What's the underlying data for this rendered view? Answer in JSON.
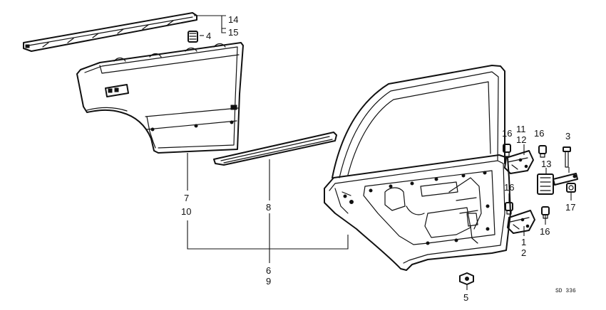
{
  "callouts": {
    "c1": "1",
    "c2": "2",
    "c3": "3",
    "c4": "4",
    "c5": "5",
    "c6": "6",
    "c7": "7",
    "c8": "8",
    "c9": "9",
    "c10": "10",
    "c11": "11",
    "c12": "12",
    "c13": "13",
    "c14": "14",
    "c15": "15",
    "c16a": "16",
    "c16b": "16",
    "c16c": "16",
    "c16d": "16",
    "c17": "17"
  },
  "diagram_code": "SD 336"
}
